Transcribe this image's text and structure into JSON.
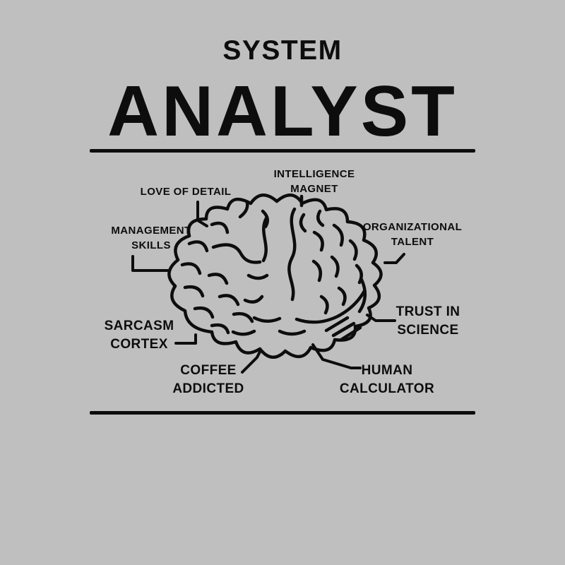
{
  "design": {
    "background_color": "#bfbfbf",
    "ink_color": "#0d0d0d",
    "illustration": "brain-side-view-line-art"
  },
  "title": {
    "line1": "SYSTEM",
    "line2": "ANALYST"
  },
  "brain_labels": [
    {
      "id": "intelligence-magnet",
      "text": "INTELLIGENCE\nMAGNET"
    },
    {
      "id": "love-of-detail",
      "text": "LOVE OF DETAIL"
    },
    {
      "id": "management-skills",
      "text": "MANAGEMENT\nSKILLS"
    },
    {
      "id": "organizational-talent",
      "text": "ORGANIZATIONAL\nTALENT"
    },
    {
      "id": "sarcasm-cortex",
      "text": "SARCASM\nCORTEX"
    },
    {
      "id": "trust-in-science",
      "text": "TRUST IN\nSCIENCE"
    },
    {
      "id": "coffee-addicted",
      "text": "COFFEE\nADDICTED"
    },
    {
      "id": "human-calculator",
      "text": "HUMAN\nCALCULATOR"
    }
  ]
}
